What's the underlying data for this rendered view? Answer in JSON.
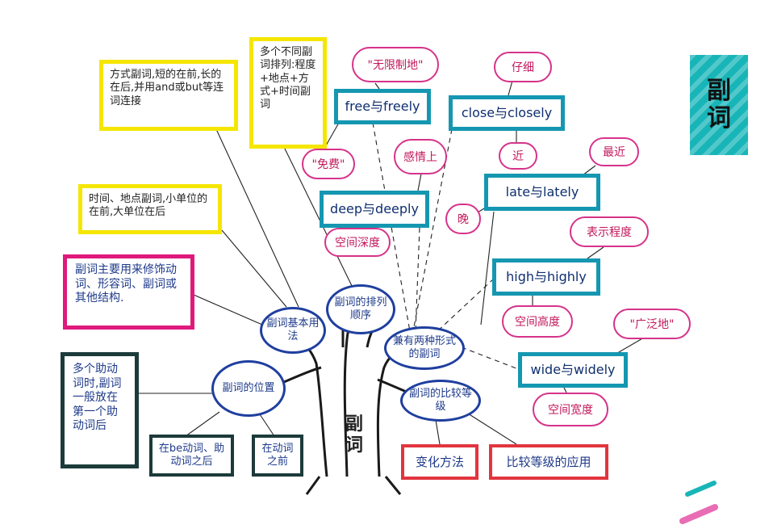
{
  "title": "副词",
  "root": "副词",
  "branches": {
    "basic": "副词基本用法",
    "position": "副词的位置",
    "order": "副词的排列顺序",
    "twoforms": "兼有两种形式的副词",
    "compare": "副词的比较等级"
  },
  "notes": {
    "manner": "方式副词,短的在前,长的在后,并用and或but等连词连接",
    "multi": "多个不同副词排列:程度+地点+方式+时间副词",
    "time_place": "时间、地点副词,小单位的在前,大单位在后",
    "usage": "副词主要用来修饰动词、形容词、副词或其他结构.",
    "aux": "多个助动词时,副词一般放在第一个助动词后"
  },
  "position_items": [
    "在be动词、助动词之后",
    "在动词之前"
  ],
  "compare_items": [
    "变化方法",
    "比较等级的应用"
  ],
  "word_pairs": [
    {
      "pair": "free与freely",
      "notes": [
        "\"无限制地\"",
        "\"免费\""
      ]
    },
    {
      "pair": "close与closely",
      "notes": [
        "仔细",
        "近"
      ]
    },
    {
      "pair": "deep与deeply",
      "notes": [
        "感情上",
        "空间深度"
      ]
    },
    {
      "pair": "late与lately",
      "notes": [
        "最近",
        "晚"
      ]
    },
    {
      "pair": "high与highly",
      "notes": [
        "表示程度",
        "空间高度"
      ]
    },
    {
      "pair": "wide与widely",
      "notes": [
        "\"广泛地\"",
        "空间宽度"
      ]
    }
  ],
  "colors": {
    "yellow": "#f5e600",
    "magenta": "#e0197d",
    "teal": "#1597b1",
    "red": "#e2353f",
    "dark": "#1c3b3a",
    "oval": "#1f3f9f",
    "cloud": "#d6338a"
  }
}
